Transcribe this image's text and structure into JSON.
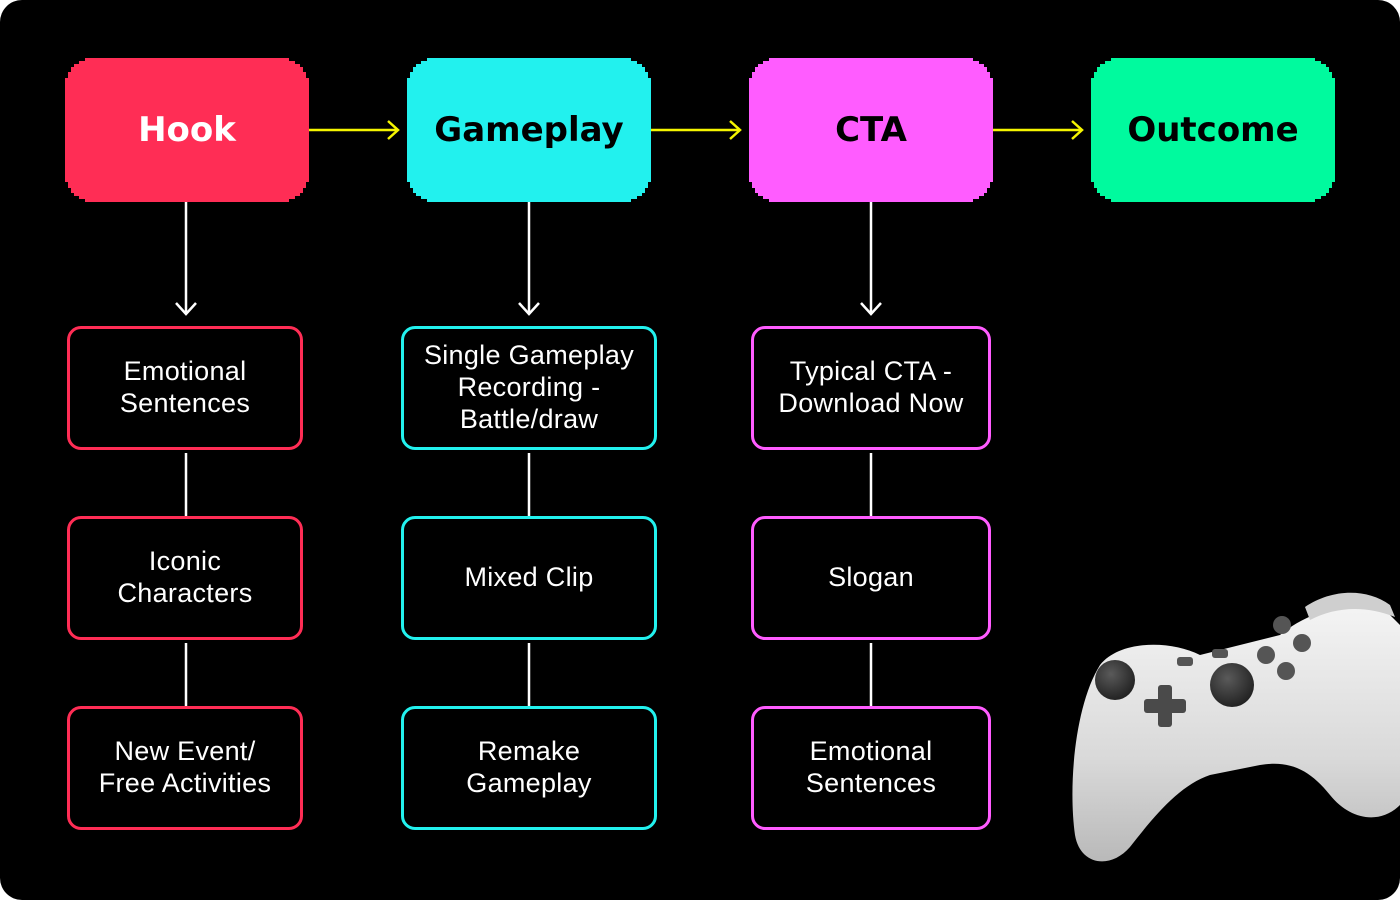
{
  "colors": {
    "background": "#000000",
    "hook": "#FF2D55",
    "gameplay": "#22F1EE",
    "cta": "#FF5CFF",
    "outcome": "#00FA9E",
    "flow_arrow": "#F5F500",
    "connector": "#FFFFFF"
  },
  "stages": [
    {
      "label": "Hook",
      "color": "#FF2D55"
    },
    {
      "label": "Gameplay",
      "color": "#22F1EE"
    },
    {
      "label": "CTA",
      "color": "#FF5CFF"
    },
    {
      "label": "Outcome",
      "color": "#00FA9E"
    }
  ],
  "columns": [
    {
      "stage": "Hook",
      "items": [
        "Emotional\nSentences",
        "Iconic\nCharacters",
        "New Event/\nFree Activities"
      ]
    },
    {
      "stage": "Gameplay",
      "items": [
        "Single Gameplay\nRecording -\nBattle/draw",
        "Mixed Clip",
        "Remake\nGameplay"
      ]
    },
    {
      "stage": "CTA",
      "items": [
        "Typical CTA -\nDownload Now",
        "Slogan",
        "Emotional\nSentences"
      ]
    }
  ],
  "decoration": {
    "icon": "game-controller-icon"
  }
}
